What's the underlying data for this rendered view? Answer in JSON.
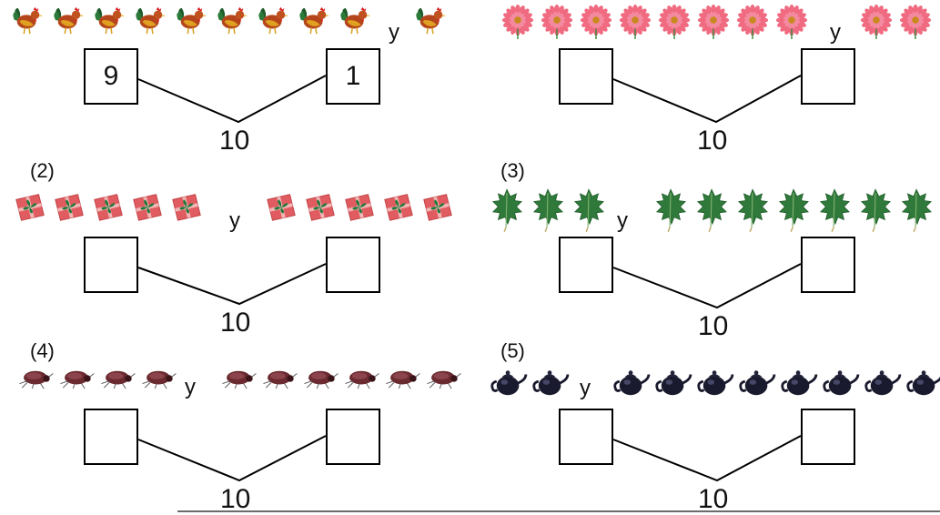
{
  "conjunction": "y",
  "problems": [
    {
      "label": "",
      "icon": "rooster-icon",
      "left_count": 9,
      "right_count": 1,
      "left_box": "9",
      "right_box": "1",
      "total": "10"
    },
    {
      "label": "",
      "icon": "flower-icon",
      "left_count": 8,
      "right_count": 2,
      "left_box": "",
      "right_box": "",
      "total": "10"
    },
    {
      "label": "(2)",
      "icon": "gift-icon",
      "left_count": 5,
      "right_count": 5,
      "left_box": "",
      "right_box": "",
      "total": "10"
    },
    {
      "label": "(3)",
      "icon": "leaf-icon",
      "left_count": 3,
      "right_count": 7,
      "left_box": "",
      "right_box": "",
      "total": "10"
    },
    {
      "label": "(4)",
      "icon": "beetle-icon",
      "left_count": 4,
      "right_count": 6,
      "left_box": "",
      "right_box": "",
      "total": "10"
    },
    {
      "label": "(5)",
      "icon": "teapot-icon",
      "left_count": 2,
      "right_count": 8,
      "left_box": "",
      "right_box": "",
      "total": "10"
    }
  ]
}
